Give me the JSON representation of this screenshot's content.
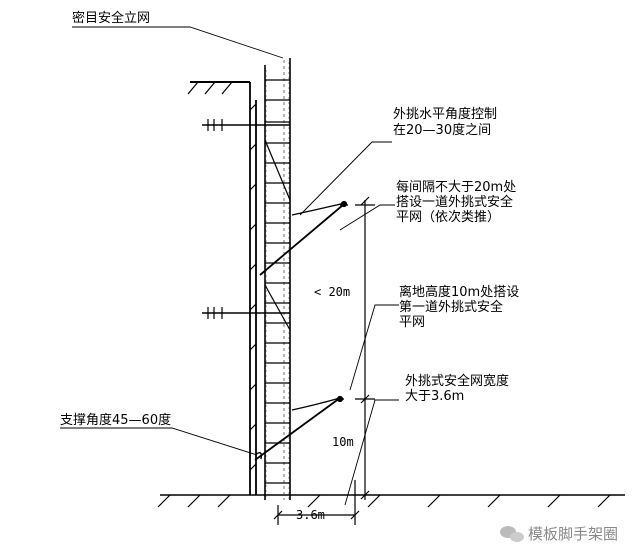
{
  "labels": {
    "vertical_net": "密目安全立网",
    "angle_line1": "外挑水平角度控制",
    "angle_line2": "在20—30度之间",
    "interval_line1": "每间隔不大于20m处",
    "interval_line2": "搭设一道外挑式安全",
    "interval_line3": "平网（依次类推）",
    "first_line1": "离地高度10m处搭设",
    "first_line2": "第一道外挑式安全",
    "first_line3": "平网",
    "width_line1": "外挑式安全网宽度",
    "width_line2": "大于3.6m",
    "support_angle": "支撑角度45—60度"
  },
  "dimensions": {
    "spacing": "< 20m",
    "first_height": "10m",
    "width": "3.6m"
  },
  "watermark": "模板脚手架圈"
}
